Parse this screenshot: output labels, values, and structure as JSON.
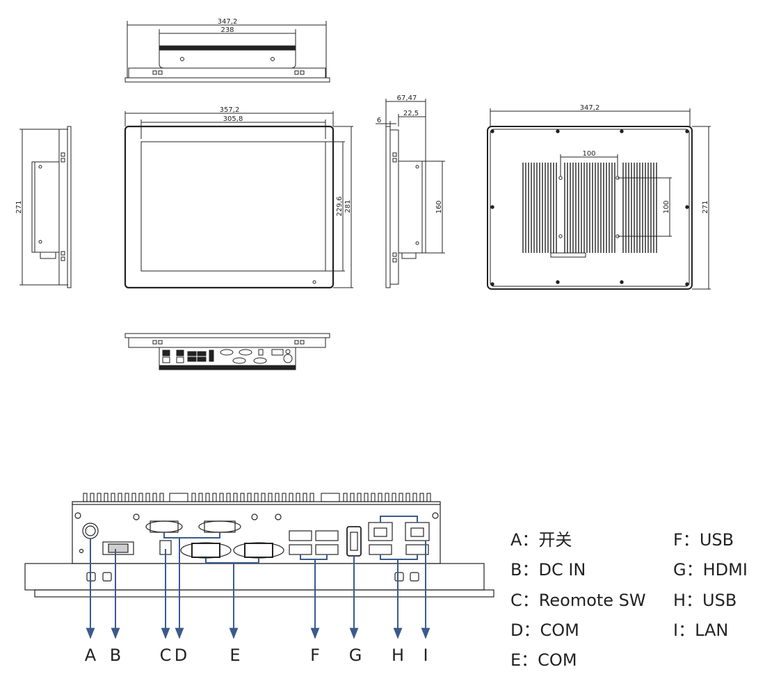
{
  "dimensions": {
    "top_outer": "347,2",
    "top_inner": "238",
    "front_outer": "357,2",
    "front_inner": "305,8",
    "front_screen_h": "229,6",
    "front_total_h": "281",
    "left_h": "271",
    "side_depth": "67,47",
    "side_body": "22,5",
    "side_bezel": "6",
    "side_h": "160",
    "back_w": "347,2",
    "back_hole_w": "100",
    "back_hole_h": "100",
    "back_h": "271"
  },
  "port_letters": [
    "A",
    "B",
    "C",
    "D",
    "E",
    "F",
    "G",
    "H",
    "I"
  ],
  "legend": {
    "left": [
      {
        "key": "A：",
        "value": "开关"
      },
      {
        "key": "B：",
        "value": "DC IN"
      },
      {
        "key": "C：",
        "value": "Reomote SW"
      },
      {
        "key": "D：",
        "value": "COM"
      },
      {
        "key": "E：",
        "value": "COM"
      }
    ],
    "right": [
      {
        "key": "F：",
        "value": "USB"
      },
      {
        "key": "G：",
        "value": "HDMI"
      },
      {
        "key": "H：",
        "value": "USB"
      },
      {
        "key": "I：",
        "value": "LAN"
      }
    ]
  },
  "colors": {
    "line": "#222222",
    "leader": "#3a5a8c"
  }
}
